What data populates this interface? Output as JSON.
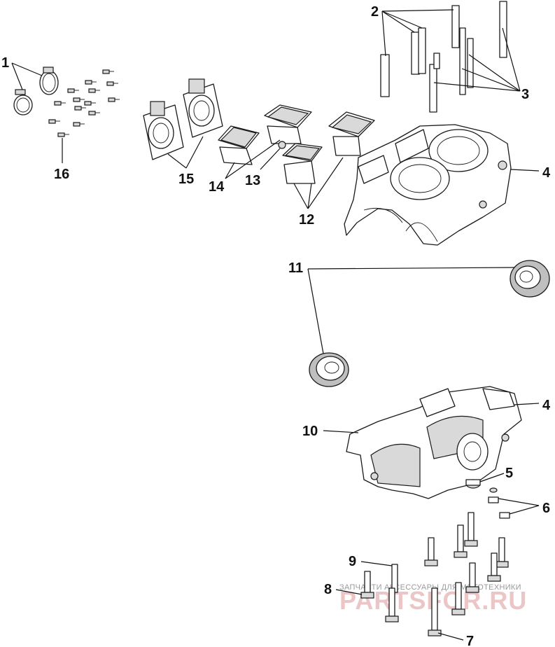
{
  "callouts": {
    "c1": "1",
    "c2": "2",
    "c3": "3",
    "c4a": "4",
    "c4b": "4",
    "c5": "5",
    "c6": "6",
    "c7": "7",
    "c8": "8",
    "c9": "9",
    "c10": "10",
    "c11": "11",
    "c12": "12",
    "c13": "13",
    "c14": "14",
    "c15": "15",
    "c16": "16"
  },
  "watermark": {
    "tagline": "ЗАПЧАСТИ АКСЕССУАРЫ ДЛЯ МОТОТЕХНИКИ",
    "site": "PARTSFOR.RU"
  }
}
